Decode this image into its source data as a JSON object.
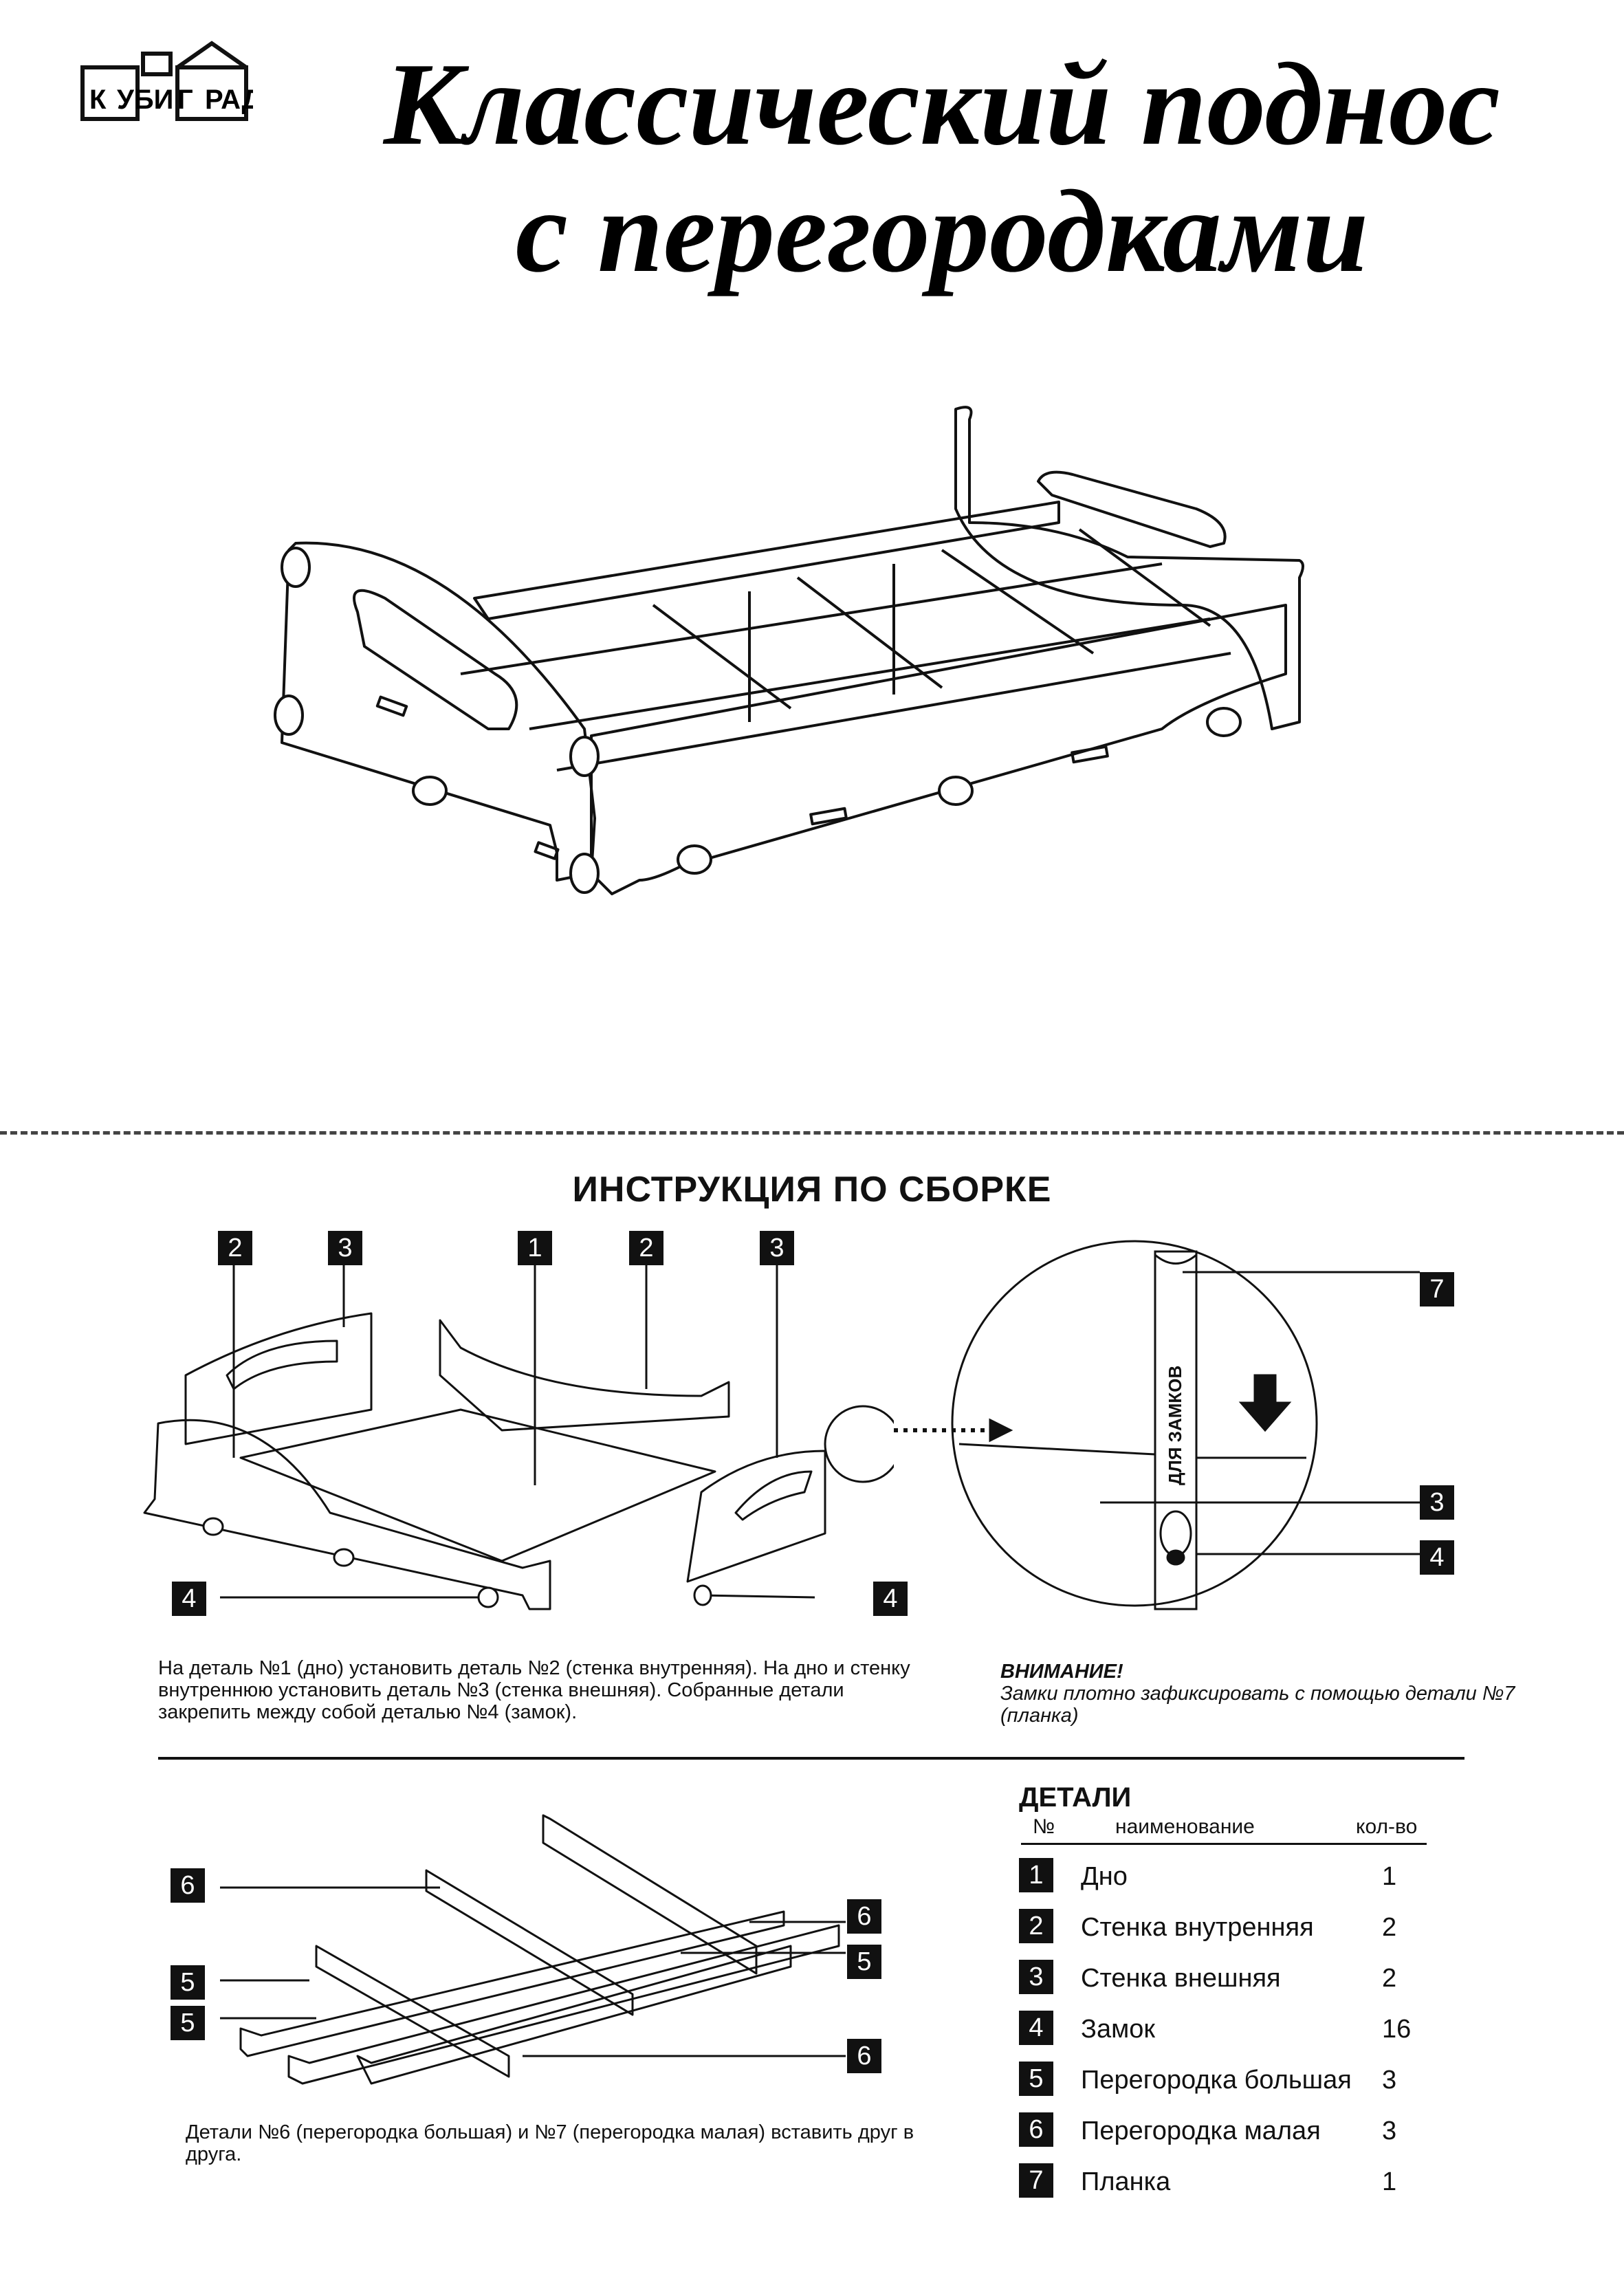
{
  "logo": {
    "line1": "К",
    "line2": "УБИ",
    "line3": "Г",
    "line4": "РАД"
  },
  "title": {
    "line1": "Классический поднос",
    "line2": "с перегородками"
  },
  "instruction": {
    "title": "ИНСТРУКЦИЯ ПО СБОРКЕ",
    "callouts_top": [
      "2",
      "3",
      "1",
      "2",
      "3"
    ],
    "callouts_lock": [
      "4",
      "4"
    ],
    "zoom_callouts": [
      "7",
      "3",
      "4"
    ],
    "zoom_label": "ДЛЯ ЗАМКОВ",
    "step1": "На деталь №1 (дно) установить деталь №2 (стенка внутренняя). На дно и стенку внутреннюю установить деталь №3 (стенка внешняя). Собранные детали  закрепить между собой деталью №4 (замок).",
    "warning_title": "ВНИМАНИЕ!",
    "warning_text": "Замки плотно зафиксировать с помощью детали №7 (планка)",
    "partition_callouts": [
      "6",
      "6",
      "5",
      "5",
      "5",
      "6"
    ],
    "step2": "Детали №6 (перегородка большая) и №7 (перегородка малая) вставить друг в друга."
  },
  "details": {
    "title": "ДЕТАЛИ",
    "col_no": "№",
    "col_name": "наименование",
    "col_qty": "кол-во",
    "rows": [
      {
        "no": "1",
        "name": "Дно",
        "qty": "1"
      },
      {
        "no": "2",
        "name": "Стенка внутренняя",
        "qty": "2"
      },
      {
        "no": "3",
        "name": "Стенка внешняя",
        "qty": "2"
      },
      {
        "no": "4",
        "name": "Замок",
        "qty": "16"
      },
      {
        "no": "5",
        "name": "Перегородка большая",
        "qty": "3"
      },
      {
        "no": "6",
        "name": "Перегородка малая",
        "qty": "3"
      },
      {
        "no": "7",
        "name": "Планка",
        "qty": "1"
      }
    ]
  }
}
